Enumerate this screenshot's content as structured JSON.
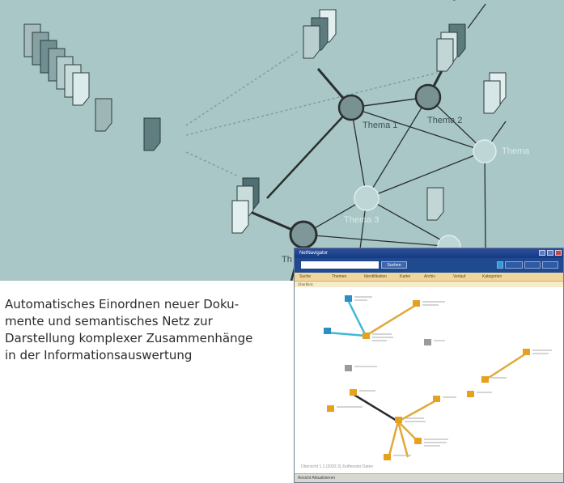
{
  "illustration": {
    "theme_labels": [
      "Thema 1",
      "Thema 2",
      "Thema 3",
      "Thema",
      "Th"
    ]
  },
  "caption": {
    "lines": [
      "Automatisches Einordnen neuer Doku-",
      "mente und semantisches Netz zur",
      "Darstellung komplexer Zusammenhänge",
      "in der Informationsauswertung"
    ]
  },
  "app": {
    "title": "NetNavigator",
    "search_button": "Suchen",
    "toolbar_buttons": [
      "",
      "",
      ""
    ],
    "menu": [
      "Suche",
      "Themen",
      "Identifikation",
      "Kartei",
      "Archiv",
      "Verlauf",
      "Kategorien"
    ],
    "sub_menu": "Überblick",
    "footer_text": "Übersicht 1.1 (2002.3) Zeitfenster Daten",
    "status": "Ansicht  Aktualisieren",
    "colors": {
      "accent_orange": "#e6a21f",
      "accent_blue": "#2a8fc4",
      "title_blue": "#1f4a8f"
    }
  }
}
